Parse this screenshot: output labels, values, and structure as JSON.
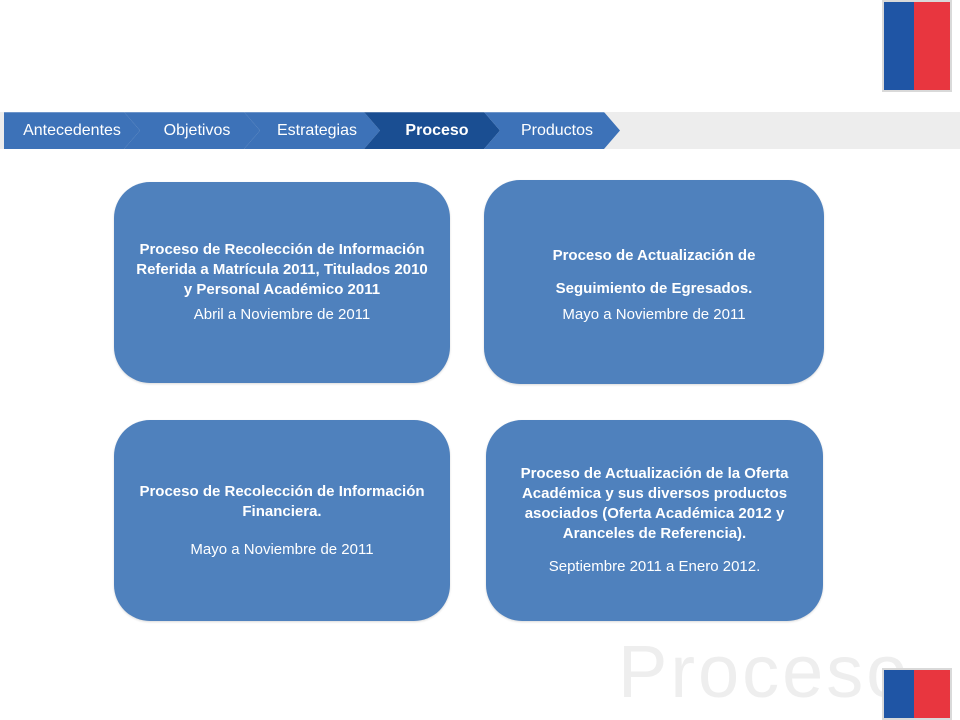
{
  "breadcrumb": {
    "items": [
      {
        "label": "Antecedentes",
        "active": false
      },
      {
        "label": "Objetivos",
        "active": false
      },
      {
        "label": "Estrategias",
        "active": false
      },
      {
        "label": "Proceso",
        "active": true
      },
      {
        "label": "Productos",
        "active": false
      }
    ]
  },
  "cards": [
    {
      "title": "Proceso de Recolección de Información Referida a Matrícula 2011, Titulados 2010 y Personal Académico 2011",
      "date": "Abril a Noviembre de 2011"
    },
    {
      "title": "Proceso de Actualización de Seguimiento de Egresados.",
      "date": "Mayo a Noviembre de 2011"
    },
    {
      "title": "Proceso de Recolección de Información Financiera.",
      "date": "Mayo a Noviembre de 2011"
    },
    {
      "title": "Proceso de Actualización de la Oferta Académica y sus diversos productos asociados (Oferta Académica 2012 y Aranceles de Referencia).",
      "date": "Septiembre 2011 a Enero 2012."
    }
  ],
  "watermark": "Proceso",
  "colors": {
    "card": "#4f81bd",
    "crumb": "#3d72b8",
    "crumb_active": "#1a4e92",
    "flag_blue": "#1f55a5",
    "flag_red": "#e8363f"
  },
  "icons": {
    "emblem": "chile-flag-emblem"
  }
}
